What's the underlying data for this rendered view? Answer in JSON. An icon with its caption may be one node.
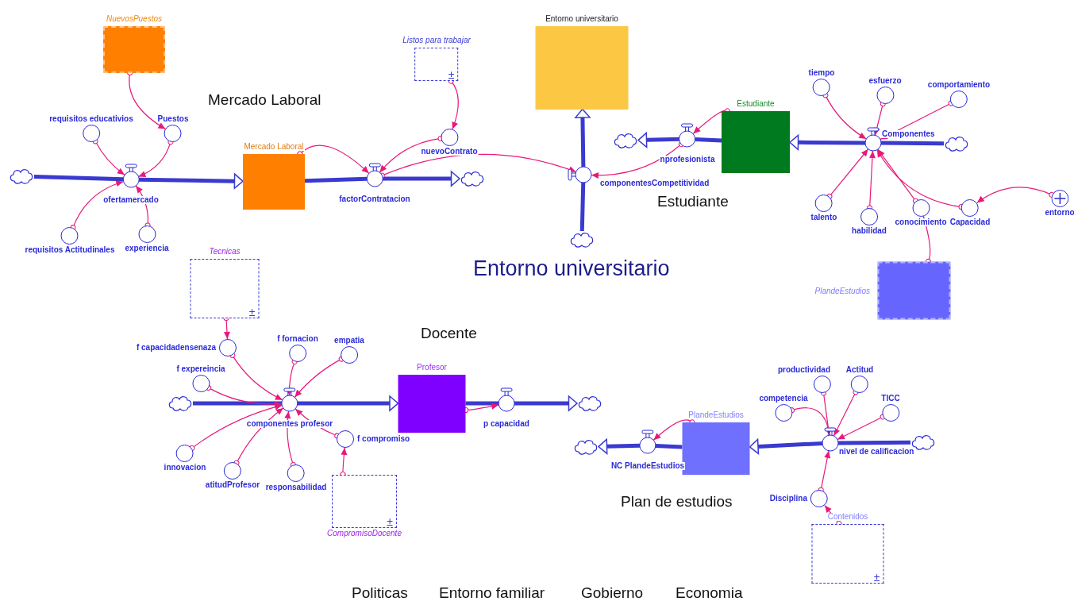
{
  "diagram": {
    "nodes": [
      {
        "text": [
          "NuevosPuestos"
        ]
      },
      {
        "text": [
          "Puestos"
        ]
      },
      {
        "text": [
          "requisitos educativios"
        ]
      },
      {
        "text": [],
        "shape": "cloud"
      },
      {
        "text": [
          "ofertamercado"
        ]
      },
      {
        "text": [
          "requisitos Actitudinales"
        ]
      },
      {
        "text": [
          "experiencia"
        ]
      },
      {
        "text": [
          "Mercado Laboral"
        ]
      },
      {
        "text": [
          "Listos para trabajar",
          "±"
        ]
      },
      {
        "text": [
          "nuevoContrato"
        ]
      },
      {
        "text": [
          "factorContratacion"
        ]
      },
      {
        "text": [],
        "shape": "cloud"
      },
      {
        "text": [
          "Entorno universitario"
        ]
      },
      {
        "text": [
          "componentesCompetitividad"
        ]
      },
      {
        "text": [],
        "shape": "cloud"
      },
      {
        "text": [
          "nprofesionista"
        ]
      },
      {
        "text": [],
        "shape": "cloud"
      },
      {
        "text": [
          "Estudiante"
        ]
      },
      {
        "text": [
          "Componentes"
        ]
      },
      {
        "text": [],
        "shape": "cloud"
      },
      {
        "text": [
          "tiempo"
        ]
      },
      {
        "text": [
          "esfuerzo"
        ]
      },
      {
        "text": [
          "comportamiento"
        ]
      },
      {
        "text": [
          "talento"
        ]
      },
      {
        "text": [
          "habilidad"
        ]
      },
      {
        "text": [
          "conocimiento"
        ]
      },
      {
        "text": [
          "Capacidad"
        ]
      },
      {
        "text": [
          "entorno"
        ]
      },
      {
        "text": [
          "PlandeEstudios"
        ]
      },
      {
        "text": [
          "Tecnicas",
          "±"
        ]
      },
      {
        "text": [
          "f capacidadensenaza"
        ]
      },
      {
        "text": [
          "f fornacion"
        ]
      },
      {
        "text": [
          "empatia"
        ]
      },
      {
        "text": [
          "f expereincia"
        ]
      },
      {
        "text": [],
        "shape": "cloud"
      },
      {
        "text": [
          "componentes profesor"
        ]
      },
      {
        "text": [
          "innovacion"
        ]
      },
      {
        "text": [
          "atitudProfesor"
        ]
      },
      {
        "text": [
          "responsabilidad"
        ]
      },
      {
        "text": [
          "f compromiso"
        ]
      },
      {
        "text": [
          "±",
          "CompromisoDocente"
        ]
      },
      {
        "text": [
          "Profesor"
        ]
      },
      {
        "text": [
          "p capacidad"
        ]
      },
      {
        "text": [],
        "shape": "cloud"
      },
      {
        "text": [
          "PlandeEstudios"
        ]
      },
      {
        "text": [
          "NC PlandeEstudios"
        ]
      },
      {
        "text": [],
        "shape": "cloud"
      },
      {
        "text": [
          "nivel de calificacion"
        ]
      },
      {
        "text": [],
        "shape": "cloud"
      },
      {
        "text": [
          "competencia"
        ]
      },
      {
        "text": [
          "productividad"
        ]
      },
      {
        "text": [
          "Actitud"
        ]
      },
      {
        "text": [
          "TICC"
        ]
      },
      {
        "text": [
          "Disciplina"
        ]
      },
      {
        "text": [
          "Contenidos",
          "±"
        ]
      }
    ],
    "edges": [
      {
        "from": 3,
        "to": 4,
        "arrow": "none",
        "style": "thick",
        "color": "#3a3ad0"
      },
      {
        "from": 4,
        "to": 7,
        "arrow": "to",
        "style": "thick",
        "color": "#3a3ad0"
      },
      {
        "from": 7,
        "to": 10,
        "arrow": "none",
        "style": "thick",
        "color": "#3a3ad0"
      },
      {
        "from": 10,
        "to": 11,
        "arrow": "to",
        "style": "thick",
        "color": "#3a3ad0"
      },
      {
        "from": 14,
        "to": 13,
        "arrow": "none",
        "style": "thick",
        "color": "#3a3ad0"
      },
      {
        "from": 13,
        "to": 12,
        "arrow": "to",
        "style": "thick",
        "color": "#3a3ad0"
      },
      {
        "from": 19,
        "to": 18,
        "arrow": "none",
        "style": "thick",
        "color": "#3a3ad0"
      },
      {
        "from": 18,
        "to": 17,
        "arrow": "to",
        "style": "thick",
        "color": "#3a3ad0"
      },
      {
        "from": 17,
        "to": 15,
        "arrow": "none",
        "style": "thick",
        "color": "#3a3ad0"
      },
      {
        "from": 15,
        "to": 16,
        "arrow": "to",
        "style": "thick",
        "color": "#3a3ad0"
      },
      {
        "from": 34,
        "to": 35,
        "arrow": "none",
        "style": "thick",
        "color": "#3a3ad0"
      },
      {
        "from": 35,
        "to": 41,
        "arrow": "to",
        "style": "thick",
        "color": "#3a3ad0"
      },
      {
        "from": 41,
        "to": 42,
        "arrow": "none",
        "style": "thick",
        "color": "#3a3ad0"
      },
      {
        "from": 42,
        "to": 43,
        "arrow": "to",
        "style": "thick",
        "color": "#3a3ad0"
      },
      {
        "from": 48,
        "to": 47,
        "arrow": "none",
        "style": "thick",
        "color": "#3a3ad0"
      },
      {
        "from": 47,
        "to": 44,
        "arrow": "to",
        "style": "thick",
        "color": "#3a3ad0"
      },
      {
        "from": 44,
        "to": 45,
        "arrow": "none",
        "style": "thick",
        "color": "#3a3ad0"
      },
      {
        "from": 45,
        "to": 46,
        "arrow": "to",
        "style": "thick",
        "color": "#3a3ad0"
      },
      {
        "from": 0,
        "to": 1,
        "arrow": "to"
      },
      {
        "from": 2,
        "to": 4,
        "arrow": "to"
      },
      {
        "from": 1,
        "to": 4,
        "arrow": "to"
      },
      {
        "from": 5,
        "to": 4,
        "arrow": "to"
      },
      {
        "from": 6,
        "to": 4,
        "arrow": "to"
      },
      {
        "from": 7,
        "to": 10,
        "arrow": "to"
      },
      {
        "from": 8,
        "to": 9,
        "arrow": "to"
      },
      {
        "from": 9,
        "to": 10,
        "arrow": "to"
      },
      {
        "from": 10,
        "to": 13,
        "arrow": "to"
      },
      {
        "from": 15,
        "to": 13,
        "arrow": "to"
      },
      {
        "from": 17,
        "to": 15,
        "arrow": "to"
      },
      {
        "from": 20,
        "to": 18,
        "arrow": "to"
      },
      {
        "from": 21,
        "to": 18,
        "arrow": "to"
      },
      {
        "from": 22,
        "to": 18,
        "arrow": "to"
      },
      {
        "from": 23,
        "to": 18,
        "arrow": "to"
      },
      {
        "from": 24,
        "to": 18,
        "arrow": "to"
      },
      {
        "from": 25,
        "to": 18,
        "arrow": "to"
      },
      {
        "from": 26,
        "to": 18,
        "arrow": "to"
      },
      {
        "from": 27,
        "to": 26,
        "arrow": "to"
      },
      {
        "from": 28,
        "to": 25,
        "arrow": "to"
      },
      {
        "from": 29,
        "to": 30,
        "arrow": "to"
      },
      {
        "from": 30,
        "to": 35,
        "arrow": "to"
      },
      {
        "from": 31,
        "to": 35,
        "arrow": "to"
      },
      {
        "from": 32,
        "to": 35,
        "arrow": "to"
      },
      {
        "from": 33,
        "to": 35,
        "arrow": "to"
      },
      {
        "from": 36,
        "to": 35,
        "arrow": "to"
      },
      {
        "from": 37,
        "to": 35,
        "arrow": "to"
      },
      {
        "from": 38,
        "to": 35,
        "arrow": "to"
      },
      {
        "from": 39,
        "to": 35,
        "arrow": "to"
      },
      {
        "from": 40,
        "to": 39,
        "arrow": "to"
      },
      {
        "from": 41,
        "to": 42,
        "arrow": "to"
      },
      {
        "from": 49,
        "to": 47,
        "arrow": "to"
      },
      {
        "from": 50,
        "to": 47,
        "arrow": "to"
      },
      {
        "from": 51,
        "to": 47,
        "arrow": "to"
      },
      {
        "from": 52,
        "to": 47,
        "arrow": "to"
      },
      {
        "from": 53,
        "to": 47,
        "arrow": "to"
      },
      {
        "from": 54,
        "to": 53,
        "arrow": "to"
      },
      {
        "from": 44,
        "to": 45,
        "arrow": "to"
      }
    ],
    "labels": [
      "Mercado Laboral",
      "Estudiante",
      "Entorno universitario",
      "Docente",
      "Plan de estudios",
      "Politicas",
      "Entorno familiar",
      "Gobierno",
      "Economia"
    ]
  }
}
